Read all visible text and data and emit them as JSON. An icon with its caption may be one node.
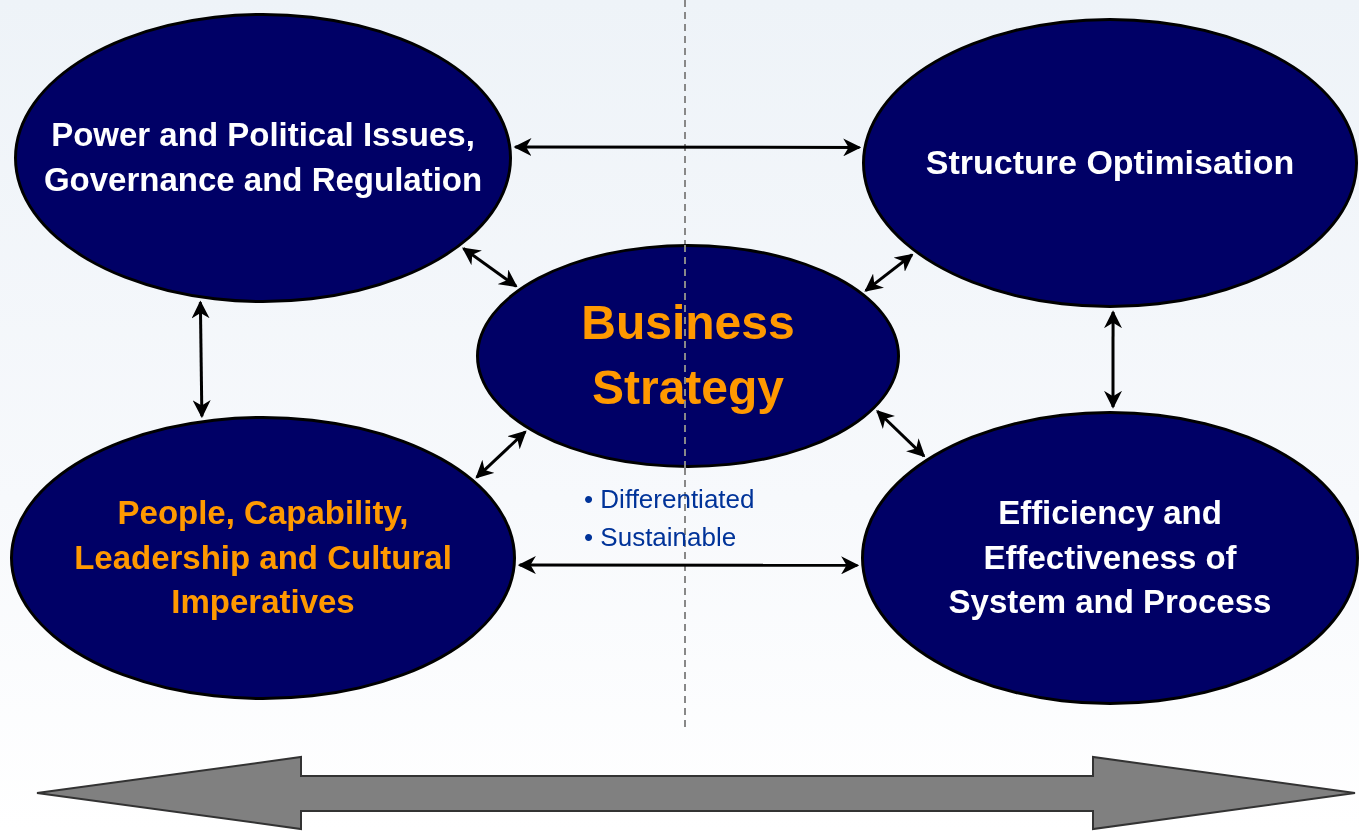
{
  "diagram": {
    "nodes": [
      {
        "text": [
          "Power and Political Issues, Governance and Regulation"
        ]
      },
      {
        "text": [
          "Structure Optimisation"
        ]
      },
      {
        "text": [
          "Business Strategy"
        ],
        "beside": [
          "• Differentiated",
          "• Sustainable"
        ]
      },
      {
        "text": [
          "People, Capability, Leadership and Cultural Imperatives"
        ]
      },
      {
        "text": [
          "Efficiency and Effectiveness of System and Process"
        ]
      }
    ],
    "edges": [
      {
        "from": 0,
        "to": 1,
        "arrow": "both"
      },
      {
        "from": 0,
        "to": 3,
        "arrow": "both"
      },
      {
        "from": 1,
        "to": 4,
        "arrow": "both"
      },
      {
        "from": 3,
        "to": 4,
        "arrow": "both"
      },
      {
        "from": 0,
        "to": 2,
        "arrow": "both"
      },
      {
        "from": 1,
        "to": 2,
        "arrow": "both"
      },
      {
        "from": 2,
        "to": 3,
        "arrow": "both"
      },
      {
        "from": 2,
        "to": 4,
        "arrow": "both"
      }
    ]
  }
}
